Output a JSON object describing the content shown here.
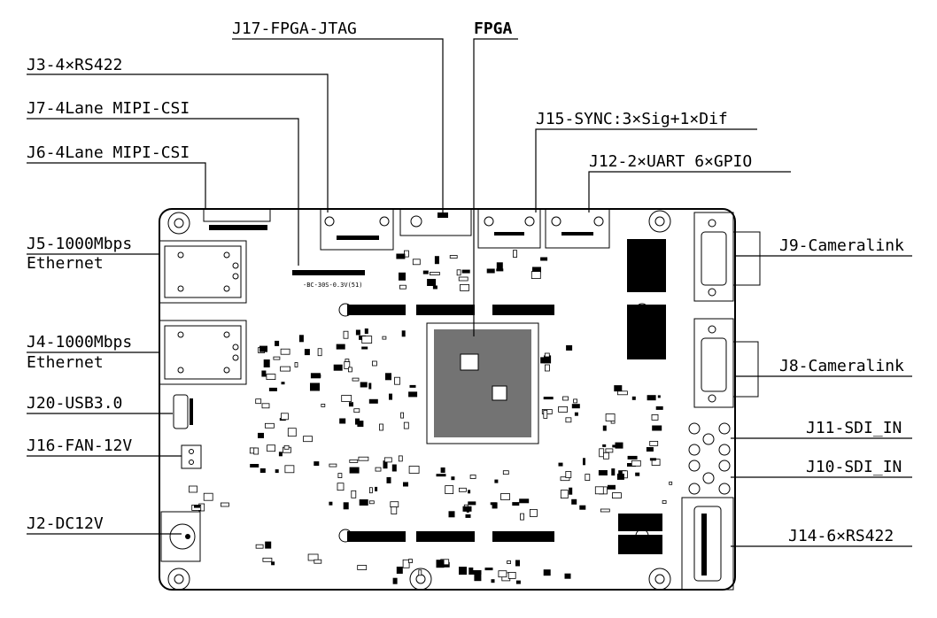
{
  "labels": {
    "j17": "J17-FPGA-JTAG",
    "fpga": "FPGA",
    "j3": "J3-4×RS422",
    "j7": "J7-4Lane MIPI-CSI",
    "j15": "J15-SYNC:3×Sig+1×Dif",
    "j6": "J6-4Lane MIPI-CSI",
    "j12": "J12-2×UART  6×GPIO",
    "j5_line1": "J5-1000Mbps",
    "j5_line2": "Ethernet",
    "j9": "J9-Cameralink",
    "j4_line1": "J4-1000Mbps",
    "j4_line2": "Ethernet",
    "j8": "J8-Cameralink",
    "j20": "J20-USB3.0",
    "j11": "J11-SDI_IN",
    "j16": "J16-FAN-12V",
    "j10": "J10-SDI_IN",
    "j2": "J2-DC12V",
    "j14": "J14-6×RS422"
  },
  "board_marks": {
    "mipi_part": "-BC-30S-0.3V(51)"
  },
  "colors": {
    "ink": "#000000",
    "paper": "#ffffff"
  }
}
